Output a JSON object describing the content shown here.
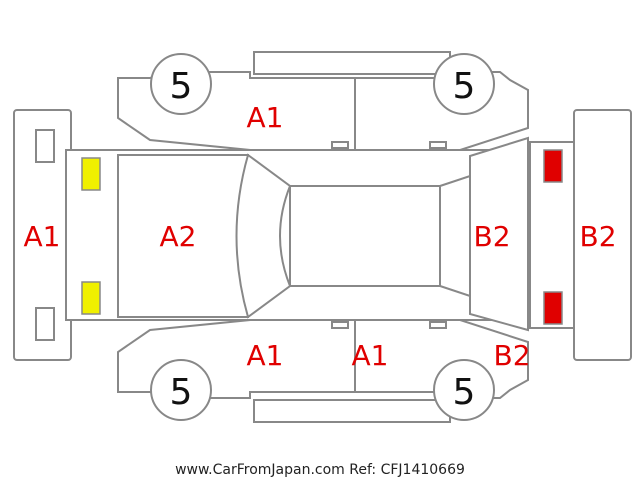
{
  "diagram": {
    "tires": {
      "front_left": "5",
      "front_right": "5",
      "rear_left": "5",
      "rear_right": "5"
    },
    "codes": {
      "front_bumper": "A1",
      "hood": "A2",
      "left_front_door": "A1",
      "right_front_door": "A1",
      "right_rear_door": "A1",
      "rear_window": "B2",
      "rear_bumper": "B2",
      "right_rear_quarter": "B2"
    },
    "marker_colors": {
      "front_lights": "#f0f000",
      "rear_lights": "#e00000"
    },
    "footer": "www.CarFromJapan.com Ref: CFJ1410669"
  }
}
